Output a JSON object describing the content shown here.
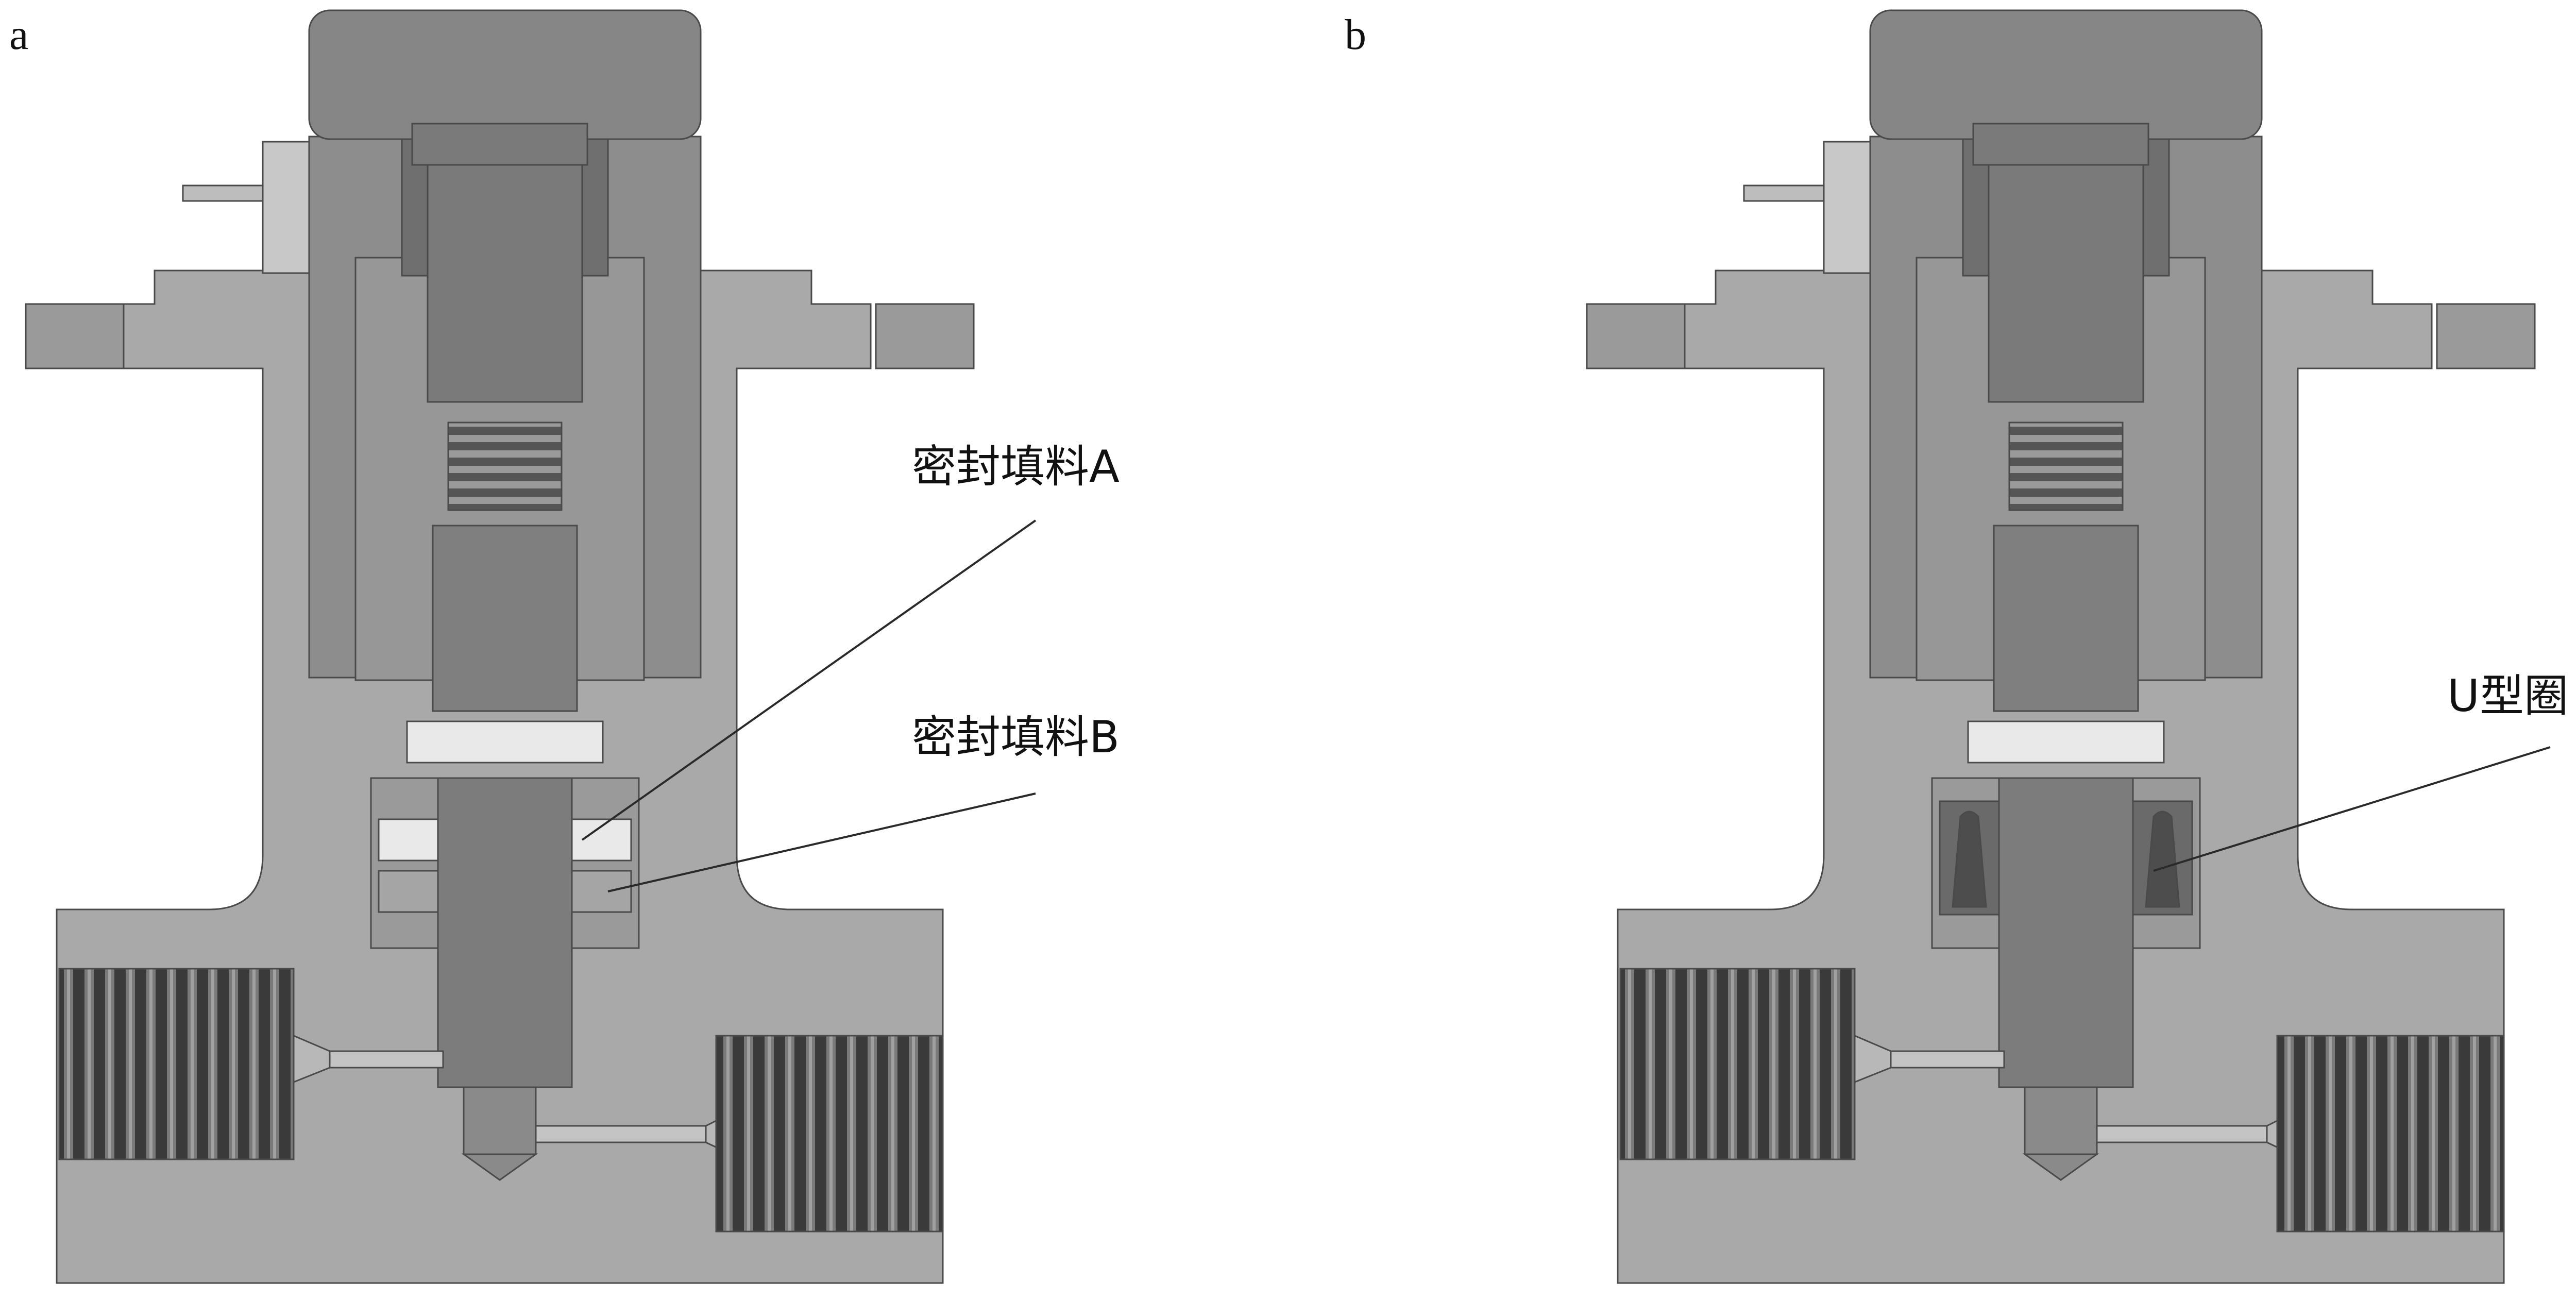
{
  "panels": [
    {
      "label": "a",
      "callouts": [
        "密封填料A",
        "密封填料B"
      ]
    },
    {
      "label": "b",
      "callouts": [
        "U型圈"
      ]
    }
  ],
  "colors": {
    "body": "#a9a9a9",
    "bonnet": "#8d8d8d",
    "stem": "#7c7c7c",
    "handle": "#868686",
    "outline": "#4a4a4a",
    "packing_light": "#e9e9e9",
    "u_ring": "#4d4d4d"
  }
}
